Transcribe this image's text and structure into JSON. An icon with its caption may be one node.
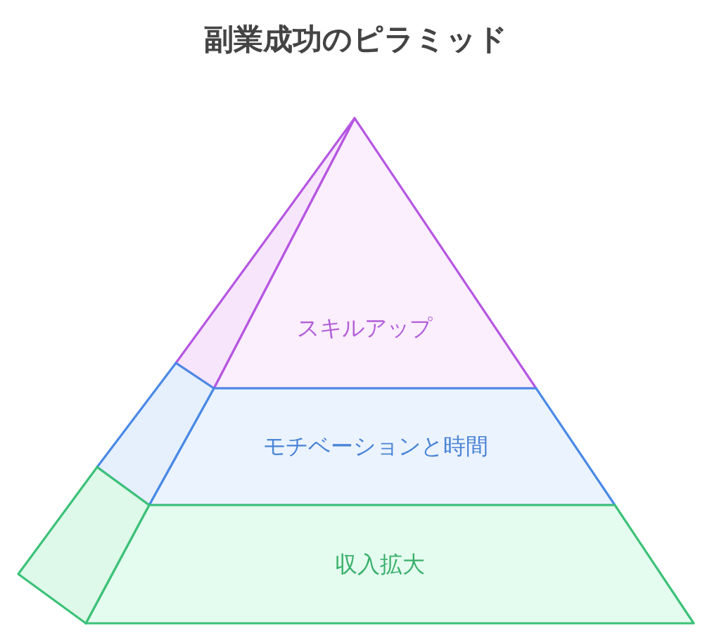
{
  "diagram": {
    "title": "副業成功のピラミッド",
    "nodes": [
      {
        "text": [
          "スキルアップ"
        ]
      },
      {
        "text": [
          "モチベーションと時間"
        ]
      },
      {
        "text": [
          "収入拡大"
        ]
      }
    ]
  }
}
